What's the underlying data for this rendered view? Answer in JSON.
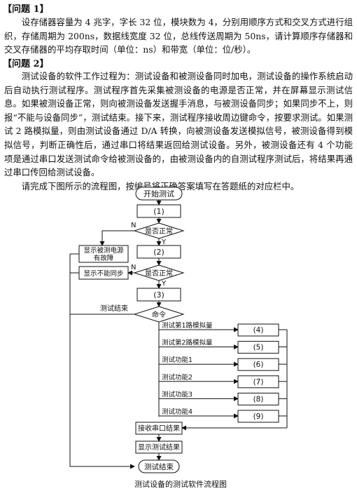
{
  "problem1": {
    "heading": "【问题 1】",
    "text": "设存储器容量为 4 兆字，字长 32 位，模块数为 4，分别用顺序方式和交叉方式进行组织，存储周期为 200ns，数据线宽度 32 位，总线传送周期为 50ns，请计算顺序存储器和交叉存储器的平均存取时间（单位：ns）和带宽（单位：位/秒）。"
  },
  "problem2": {
    "heading": "【问题 2】",
    "text": "测试设备的软件工作过程为：测试设备和被测设备同时加电，测试设备的操作系统启动后自动执行测试程序。测试程序首先采集被测设备的电源是否正常，并在屏幕显示测试信息。如果被测设备正常，则向被测设备发送握手消息，与被测设备同步；如果同步不上，则报“不能与设备同步”，测试结束。接下来，测试程序接收周边键命令，按要求测试。如果测试 2 路模拟量，则由测试设备通过 D/A 转换，向被测设备发送模拟信号，被测设备得到模拟信号，判断正确性后，通过串口将结果返回给测试设备。另外，被测设备还有 4 个功能项是通过串口发送测试命令给被测设备的，由被测设备内的自测试程序测试后，将结果再通过串口传回给测试设备。",
    "instruction": "请完成下图所示的流程图，按编号将正确答案填写在答题纸的对应栏中。"
  },
  "flowchart": {
    "start": "开始测试",
    "step1": "(1)",
    "decision1": "是否正常",
    "no_label": "N",
    "yes_label": "Y",
    "error_power": [
      "显示被测电源",
      "有故障"
    ],
    "step2": "(2)",
    "decision2": "是否正常",
    "error_sync": "显示不能同步",
    "step3": "(3)",
    "command": "命令",
    "test_end_label": "测试结束",
    "branches": [
      {
        "label": "测试第1路模拟量",
        "box": "(4)"
      },
      {
        "label": "测试第2路模拟量",
        "box": "(5)"
      },
      {
        "label": "测试功能1",
        "box": "(6)"
      },
      {
        "label": "测试功能2",
        "box": "(7)"
      },
      {
        "label": "测试功能3",
        "box": "(8)"
      },
      {
        "label": "测试功能4",
        "box": "(9)"
      }
    ],
    "receive": "接收串口结果",
    "display": "显示测试结果",
    "end": "测试结束",
    "caption": "测试设备的测试软件流程图"
  }
}
